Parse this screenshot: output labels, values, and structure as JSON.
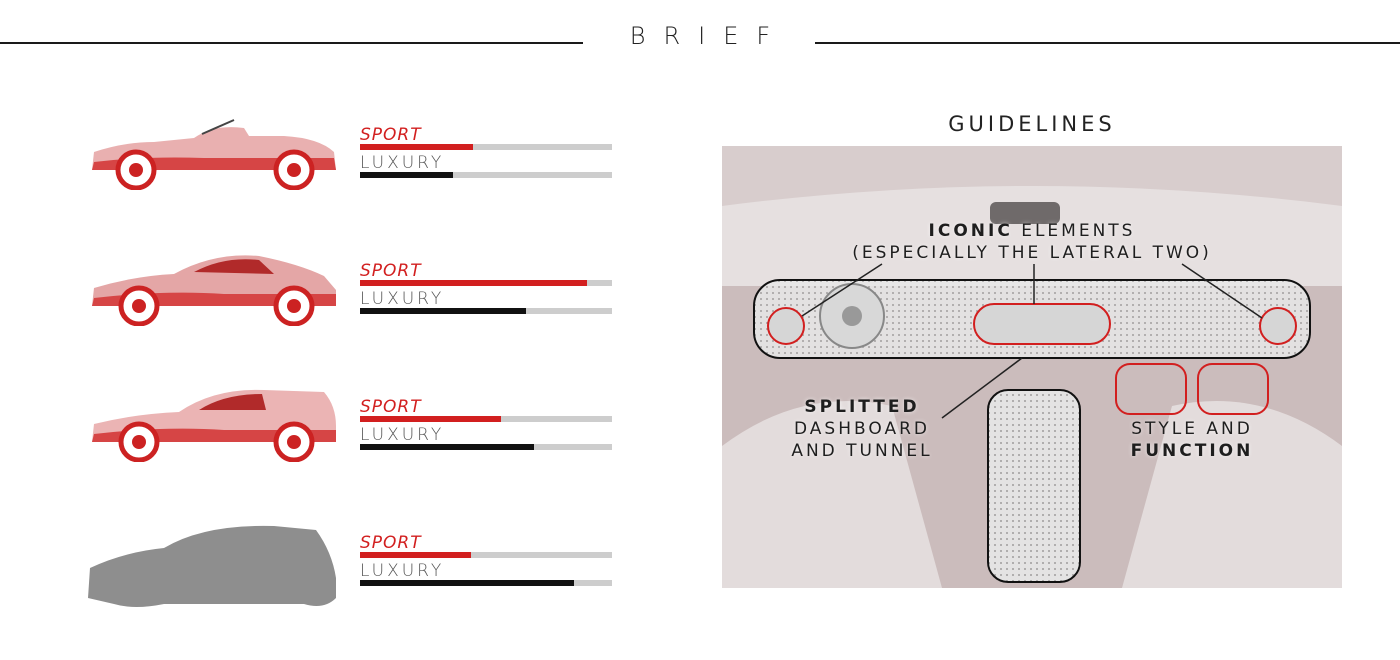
{
  "header": {
    "title": "BRIEF"
  },
  "cars": [
    {
      "name": "convertible",
      "sport_label": "SPORT",
      "luxury_label": "LUXURY",
      "sport": 0.45,
      "luxury": 0.37
    },
    {
      "name": "coupe",
      "sport_label": "SPORT",
      "luxury_label": "LUXURY",
      "sport": 0.9,
      "luxury": 0.66
    },
    {
      "name": "shooting-brake",
      "sport_label": "SPORT",
      "luxury_label": "LUXURY",
      "sport": 0.56,
      "luxury": 0.69
    },
    {
      "name": "suv-silhouette",
      "sport_label": "SPORT",
      "luxury_label": "LUXURY",
      "sport": 0.44,
      "luxury": 0.85
    }
  ],
  "guidelines": {
    "title": "GUIDELINES",
    "iconic_bold": "ICONIC",
    "iconic_rest": " ELEMENTS",
    "iconic_line2": "(ESPECIALLY THE LATERAL TWO)",
    "split_bold": "SPLITTED",
    "split_line2": "DASHBOARD",
    "split_line3": "AND TUNNEL",
    "style_line1": "STYLE AND",
    "style_bold": "FUNCTION"
  },
  "colors": {
    "accent": "#d21f1f",
    "dark": "#111111",
    "track": "#cdcdcd"
  }
}
